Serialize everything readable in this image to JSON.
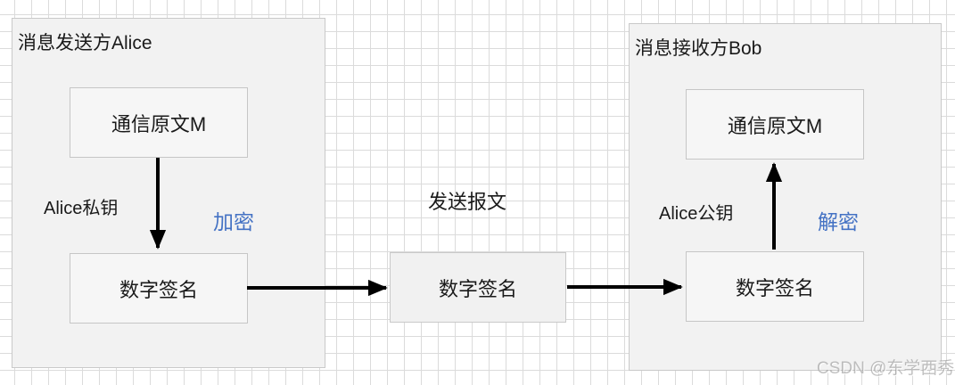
{
  "diagram": {
    "left_panel": {
      "title": "消息发送方Alice",
      "top_box": "通信原文M",
      "bottom_box": "数字签名",
      "key_label": "Alice私钥",
      "action_label": "加密"
    },
    "middle": {
      "flow_label": "发送报文",
      "box": "数字签名"
    },
    "right_panel": {
      "title": "消息接收方Bob",
      "top_box": "通信原文M",
      "bottom_box": "数字签名",
      "key_label": "Alice公钥",
      "action_label": "解密"
    }
  },
  "watermark": "CSDN @东学西秀",
  "colors": {
    "accent_blue": "#4472c4",
    "panel_fill": "#f2f2f2",
    "panel_border": "#c9c9c9",
    "node_fill": "#f6f6f6",
    "grid_line": "#dbdbdb",
    "arrow": "#000000",
    "watermark_gray": "#8c8c8c"
  }
}
